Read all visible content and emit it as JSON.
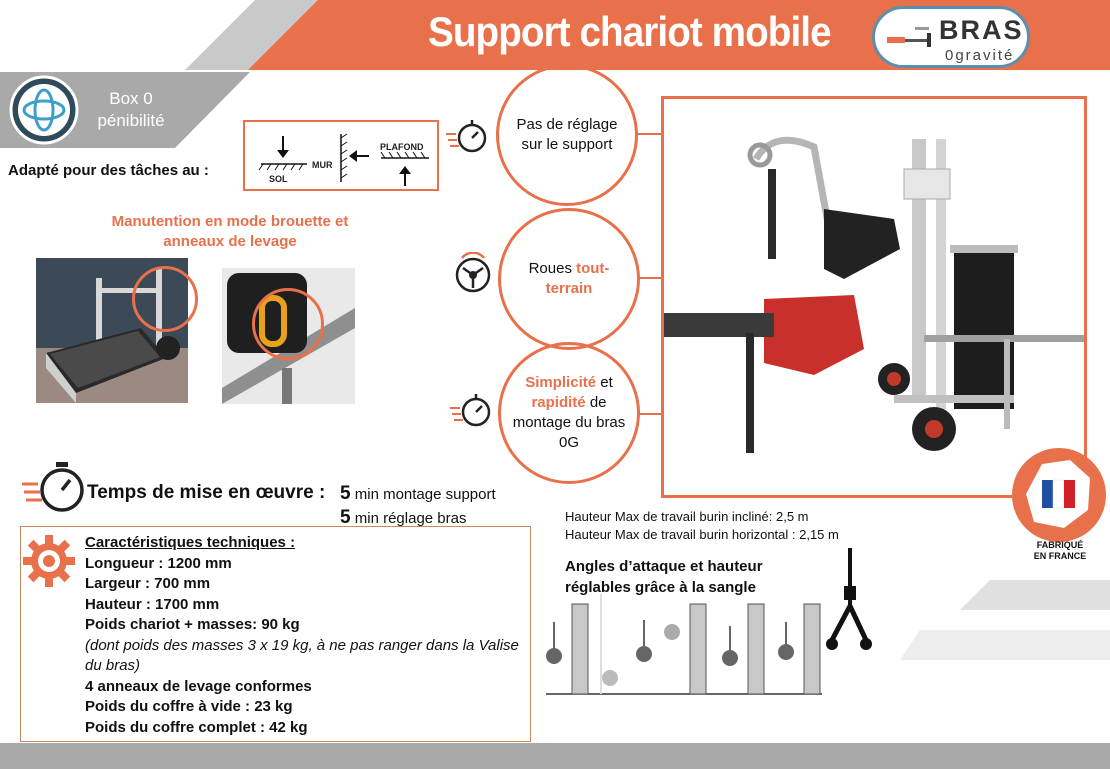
{
  "header": {
    "title": "Support chariot mobile",
    "logo_main": "BRAS",
    "logo_sub": "0gravité"
  },
  "box": {
    "line1": "Box 0",
    "line2": "pénibilité"
  },
  "adapt_label": "Adapté pour des tâches au :",
  "positions": {
    "sol": "SOL",
    "mur": "MUR",
    "plafond": "PLAFOND"
  },
  "manutention": {
    "line1": "Manutention en mode brouette et",
    "line2": "anneaux de levage"
  },
  "features": {
    "f1": "Pas de réglage sur le support",
    "f2_plain": "Roues ",
    "f2_accent": "tout-terrain",
    "f3_accent1": "Simplicité",
    "f3_plain1": " et ",
    "f3_accent2": "rapidité",
    "f3_plain2": " de montage du bras 0G"
  },
  "temps": {
    "label": "Temps de mise en œuvre :",
    "v1_num": "5",
    "v1_text": " min montage support",
    "v2_num": "5",
    "v2_text": " min réglage bras"
  },
  "specs": {
    "heading": "Caractéristiques techniques :",
    "longueur": "Longueur : 1200 mm",
    "largeur": "Largeur : 700 mm",
    "hauteur": "Hauteur : 1700 mm",
    "poids": "Poids chariot + masses: 90 kg",
    "note": "(dont poids des masses 3 x 19 kg, à ne pas ranger dans la Valise du bras)",
    "anneaux": "4 anneaux de levage conformes",
    "coffre_vide": "Poids du coffre à vide : 23 kg",
    "coffre_complet": "Poids du coffre complet : 42 kg"
  },
  "hauteur_max": {
    "l1": "Hauteur Max de travail burin incliné: 2,5 m",
    "l2": "Hauteur Max de travail burin horizontal : 2,15 m"
  },
  "angles": "Angles d’attaque et hauteur réglables grâce à la sangle",
  "fabrique": {
    "l1": "FABRIQUÉ",
    "l2": "EN FRANCE"
  },
  "colors": {
    "accent": "#e8704a",
    "gray": "#a9a9a9",
    "blue": "#5a8fb0"
  }
}
